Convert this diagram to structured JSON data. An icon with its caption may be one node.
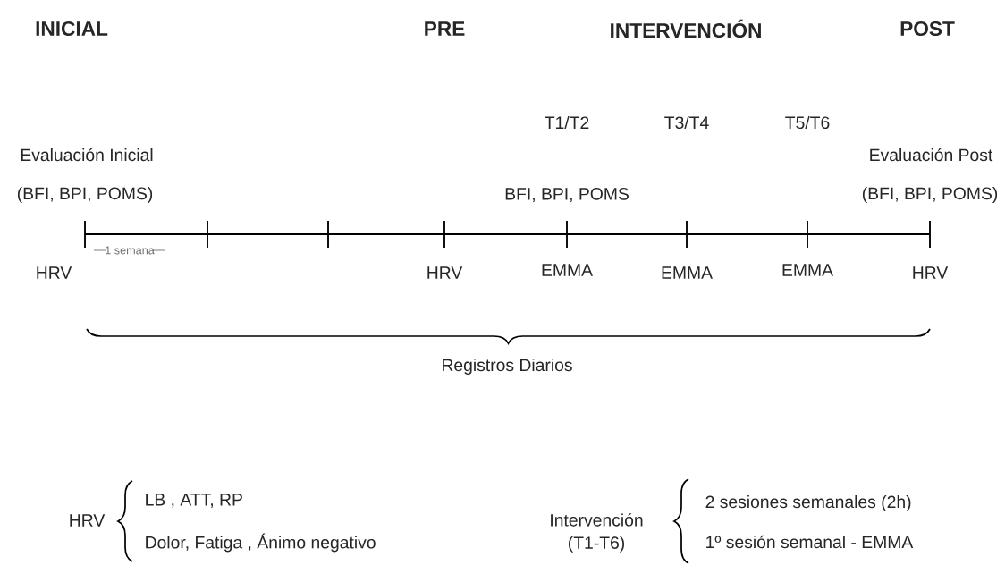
{
  "diagram": {
    "labels": [
      "INICIAL",
      "PRE",
      "INTERVENCIÓN",
      "POST",
      "T1/T2",
      "T3/T4",
      "T5/T6",
      "Evaluación Inicial",
      "Evaluación Post",
      "(BFI, BPI, POMS)",
      "BFI, BPI, POMS",
      "(BFI, BPI, POMS)",
      "1 semana",
      "HRV",
      "HRV",
      "EMMA",
      "EMMA",
      "EMMA",
      "HRV",
      "Registros Diarios",
      "HRV",
      "LB , ATT, RP",
      "Dolor, Fatiga , Ánimo negativo",
      "Intervención (T1-T6)",
      "2 sesiones semanales (2h)",
      "1º sesión semanal - EMMA"
    ]
  }
}
